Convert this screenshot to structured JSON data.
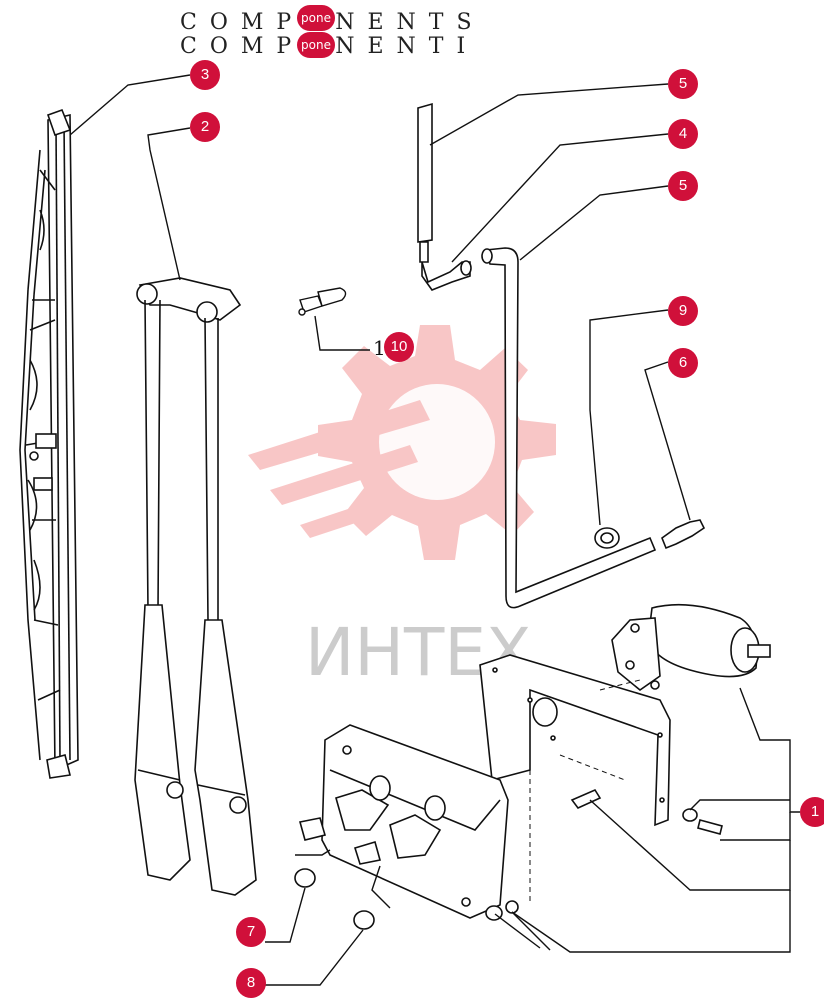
{
  "header": {
    "line1": "COMPONENTS",
    "line2": "COMPONENTI",
    "overlay_pills": [
      "pone",
      "pone"
    ]
  },
  "callouts": [
    {
      "id": "callout-1",
      "label": "1"
    },
    {
      "id": "callout-2",
      "label": "2"
    },
    {
      "id": "callout-3",
      "label": "3"
    },
    {
      "id": "callout-4",
      "label": "4"
    },
    {
      "id": "callout-5a",
      "label": "5"
    },
    {
      "id": "callout-5b",
      "label": "5"
    },
    {
      "id": "callout-6",
      "label": "6"
    },
    {
      "id": "callout-7",
      "label": "7"
    },
    {
      "id": "callout-8",
      "label": "8"
    },
    {
      "id": "callout-9",
      "label": "9"
    },
    {
      "id": "callout-10",
      "label": "10"
    }
  ],
  "leader_text_10": "1",
  "watermark": {
    "text": "ИНТЕХ",
    "color": "#f2a6a6"
  },
  "colors": {
    "callout": "#d0103a",
    "line": "#111111"
  }
}
